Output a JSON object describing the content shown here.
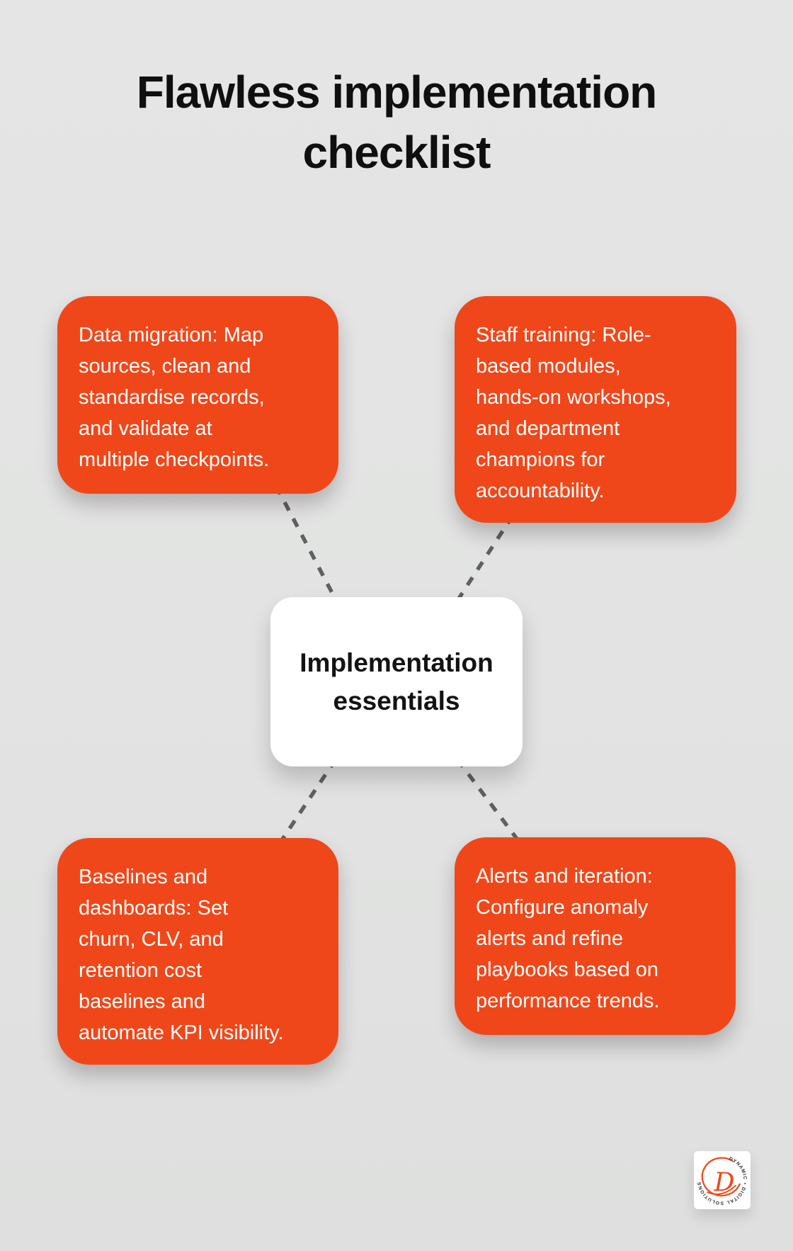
{
  "title": "Flawless implementation\nchecklist",
  "center_node": {
    "label": "Implementation\nessentials"
  },
  "items": [
    {
      "name": "data-migration",
      "text": "Data migration: Map\nsources, clean and\nstandardise records,\nand validate at\nmultiple checkpoints."
    },
    {
      "name": "staff-training",
      "text": "Staff training: Role-\nbased modules,\nhands-on workshops,\nand department\nchampions for\naccountability."
    },
    {
      "name": "baselines-dashboards",
      "text": "Baselines and\ndashboards: Set\nchurn, CLV, and\nretention cost\nbaselines and\nautomate KPI visibility."
    },
    {
      "name": "alerts-iteration",
      "text": "Alerts and iteration:\nConfigure anomaly\nalerts and refine\nplaybooks based on\nperformance trends."
    }
  ],
  "logo": {
    "arc_text": "DYNAMIC • DIGITAL SOLUTIONS",
    "monogram": "D"
  },
  "colors": {
    "accent_orange": "#F0471A",
    "background": "#E2E3E2",
    "card_white": "#FFFFFF",
    "title_black": "#0F0F0F",
    "body_text_white": "#FFFFFF",
    "connector_gray": "#5F6161"
  }
}
